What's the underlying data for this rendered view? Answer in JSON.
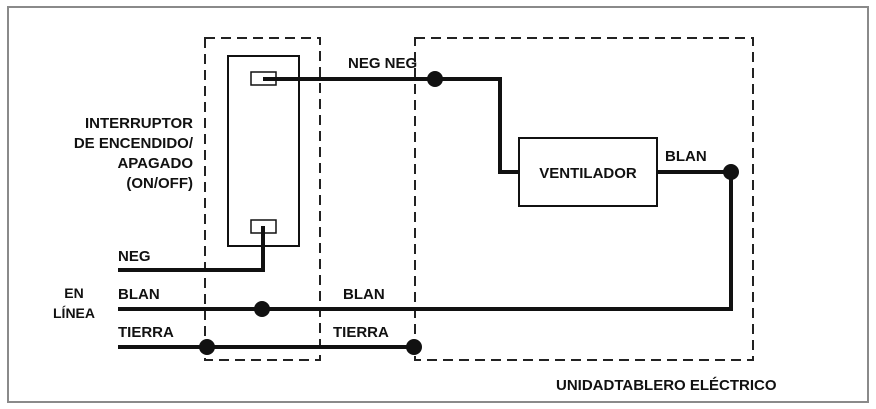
{
  "diagram": {
    "labels": {
      "switch_line1": "INTERRUPTOR",
      "switch_line2": "DE ENCENDIDO/",
      "switch_line3": "APAGADO",
      "switch_line4": "(ON/OFF)",
      "neg_top": "NEG NEG",
      "ventilador": "VENTILADOR",
      "blan_fan": "BLAN",
      "neg_in": "NEG",
      "en": "EN",
      "linea": "LÍNEA",
      "blan_in": "BLAN",
      "blan_mid": "BLAN",
      "tierra_in": "TIERRA",
      "tierra_mid": "TIERRA",
      "unit": "UNIDADTABLERO ELÉCTRICO"
    },
    "colors": {
      "wire": "#111111",
      "frame": "#8a8a8a",
      "background": "#ffffff"
    }
  }
}
